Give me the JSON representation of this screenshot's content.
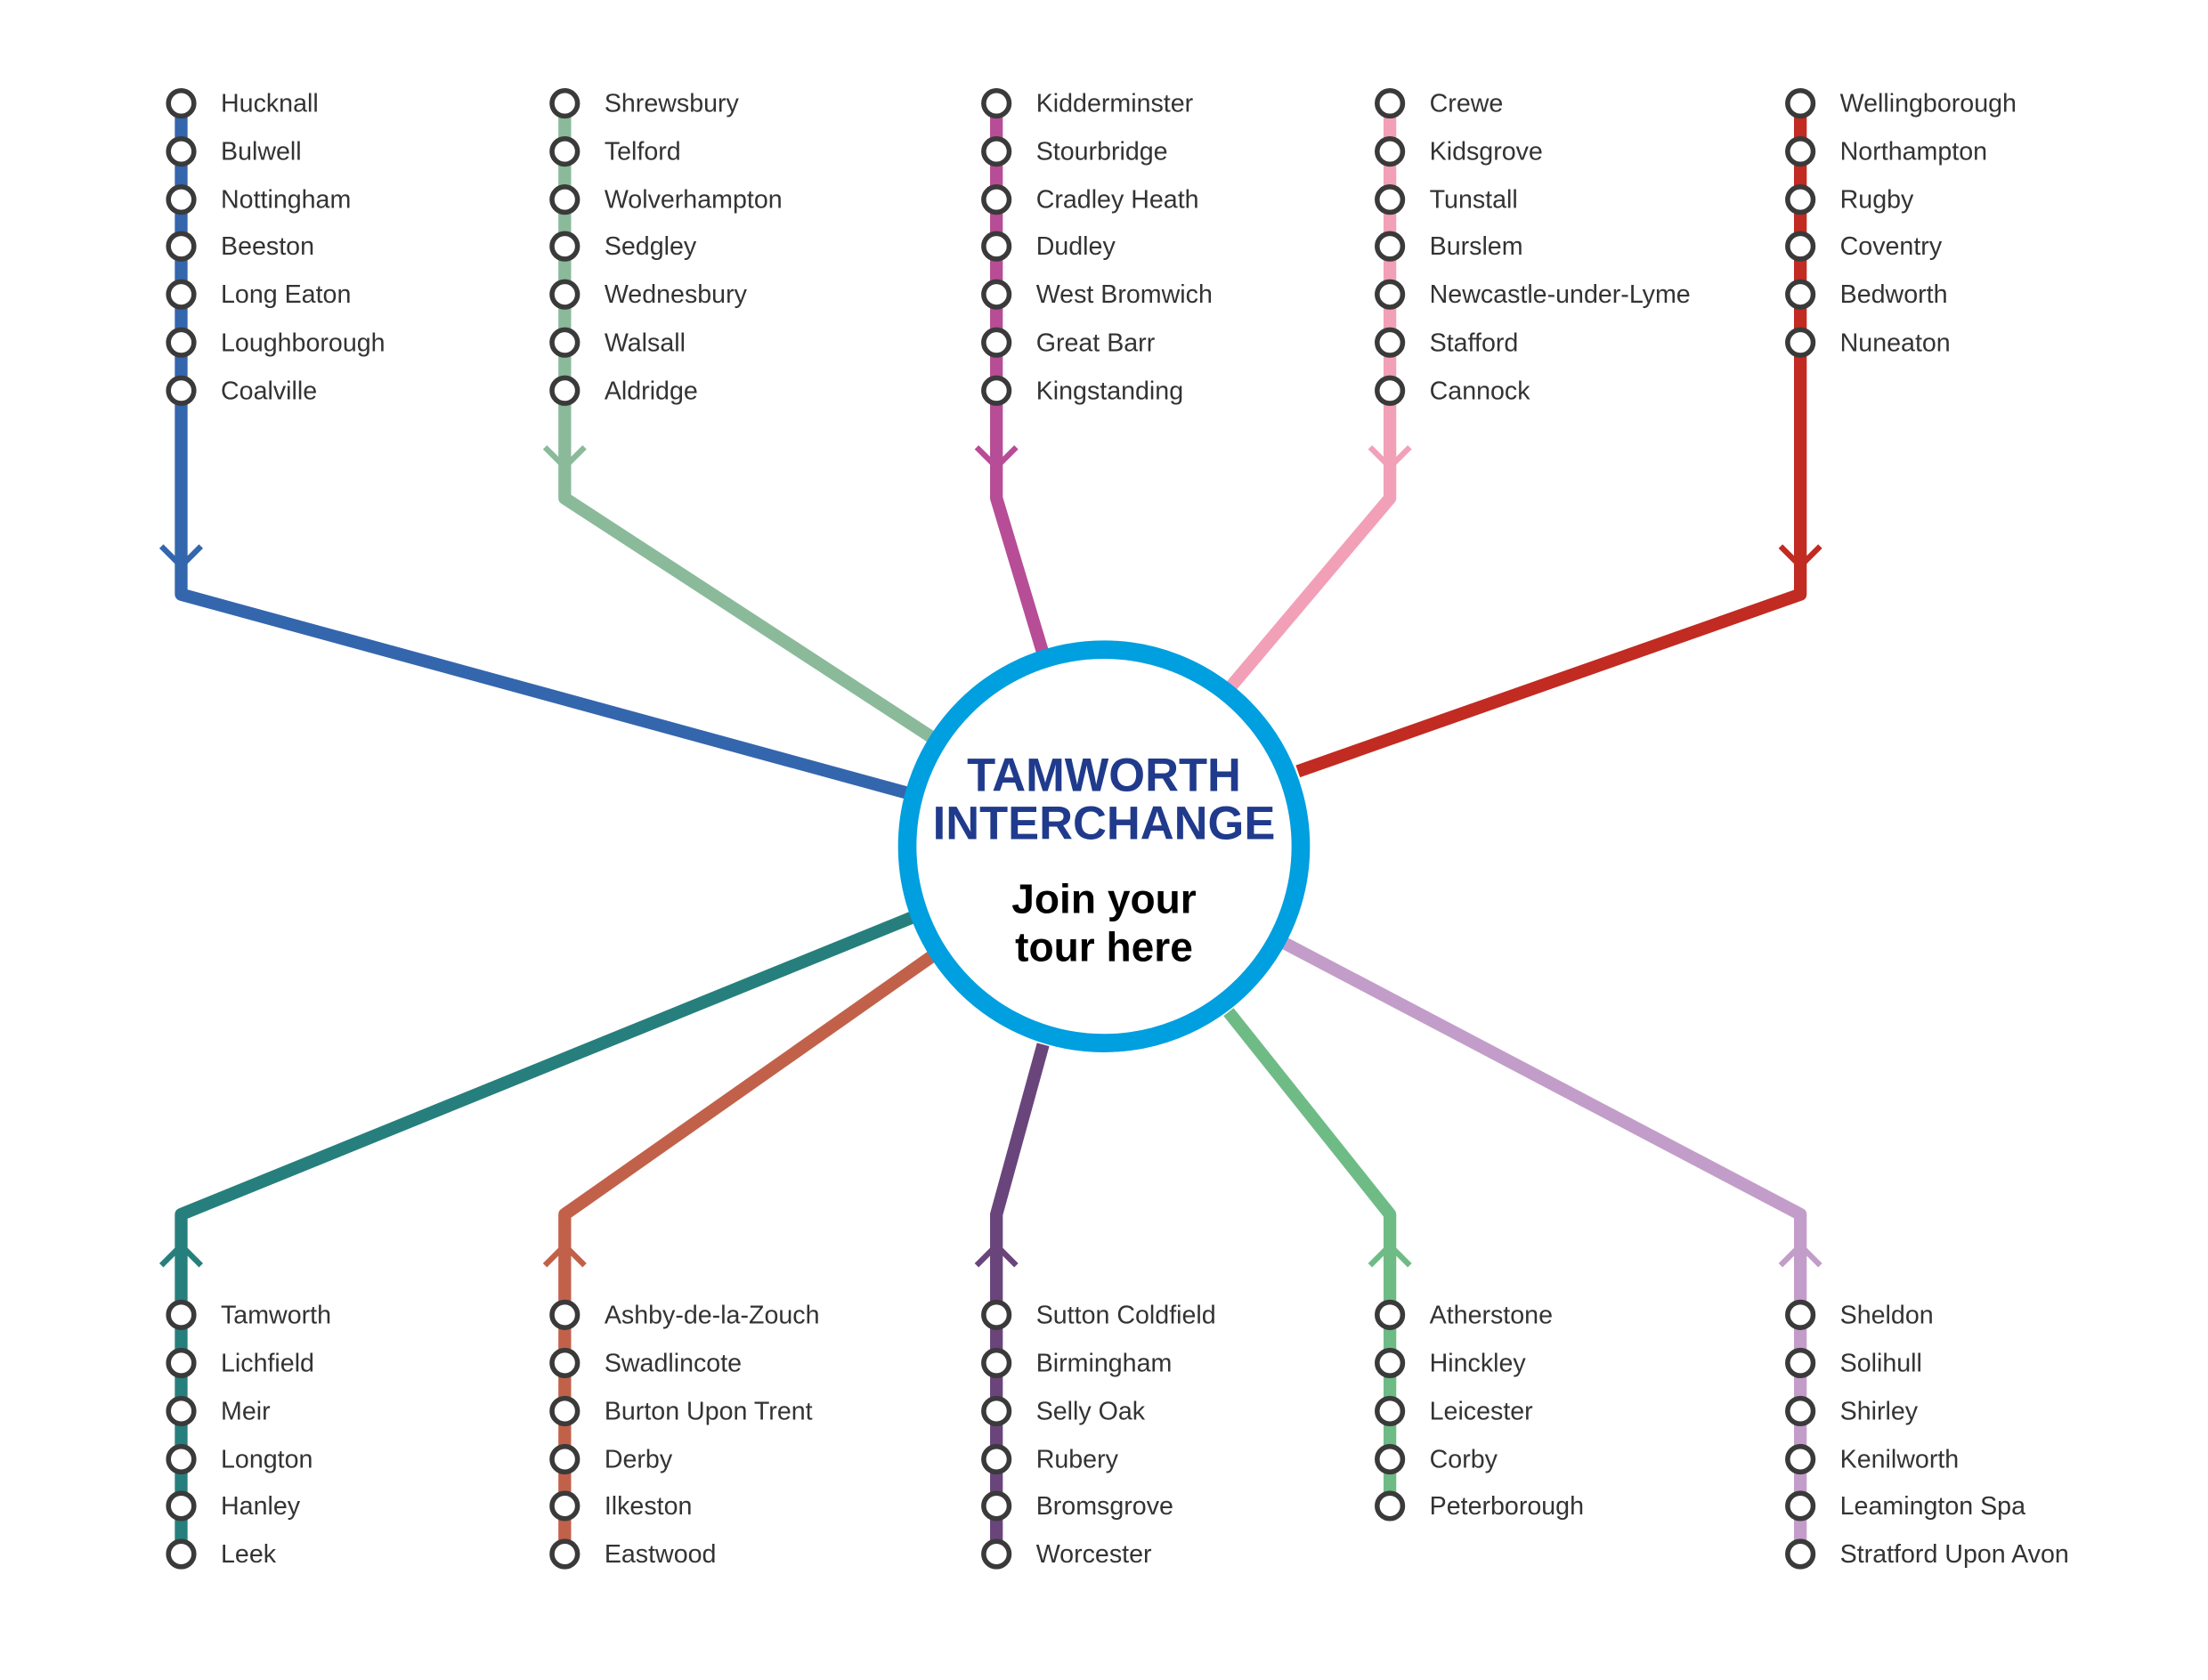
{
  "hub": {
    "title_line1": "TAMWORTH",
    "title_line2": "INTERCHANGE",
    "subtitle_line1": "Join your",
    "subtitle_line2": "tour here",
    "ring_color": "#009fe0",
    "title_color": "#203a8c"
  },
  "station_marker_color": "#3a3a3a",
  "routes": [
    {
      "id": "nottingham",
      "color": "#3466ae",
      "stations": [
        "Hucknall",
        "Bulwell",
        "Nottingham",
        "Beeston",
        "Long Eaton",
        "Loughborough",
        "Coalville"
      ]
    },
    {
      "id": "shrewsbury",
      "color": "#8aba9a",
      "stations": [
        "Shrewsbury",
        "Telford",
        "Wolverhampton",
        "Sedgley",
        "Wednesbury",
        "Walsall",
        "Aldridge"
      ]
    },
    {
      "id": "kidderminster",
      "color": "#b74d96",
      "stations": [
        "Kidderminster",
        "Stourbridge",
        "Cradley Heath",
        "Dudley",
        "West Bromwich",
        "Great Barr",
        "Kingstanding"
      ]
    },
    {
      "id": "crewe",
      "color": "#f2a0b8",
      "stations": [
        "Crewe",
        "Kidsgrove",
        "Tunstall",
        "Burslem",
        "Newcastle-under-Lyme",
        "Stafford",
        "Cannock"
      ]
    },
    {
      "id": "wellingborough",
      "color": "#c12b22",
      "stations": [
        "Wellingborough",
        "Northampton",
        "Rugby",
        "Coventry",
        "Bedworth",
        "Nuneaton"
      ]
    },
    {
      "id": "leek",
      "color": "#267f7d",
      "stations": [
        "Tamworth",
        "Lichfield",
        "Meir",
        "Longton",
        "Hanley",
        "Leek"
      ]
    },
    {
      "id": "ashby",
      "color": "#c2614a",
      "stations": [
        "Ashby-de-la-Zouch",
        "Swadlincote",
        "Burton Upon Trent",
        "Derby",
        "Ilkeston",
        "Eastwood"
      ]
    },
    {
      "id": "sutton",
      "color": "#6a457c",
      "stations": [
        "Sutton Coldfield",
        "Birmingham",
        "Selly Oak",
        "Rubery",
        "Bromsgrove",
        "Worcester"
      ]
    },
    {
      "id": "atherstone",
      "color": "#6fbb86",
      "stations": [
        "Atherstone",
        "Hinckley",
        "Leicester",
        "Corby",
        "Peterborough"
      ]
    },
    {
      "id": "sheldon",
      "color": "#c39dc9",
      "stations": [
        "Sheldon",
        "Solihull",
        "Shirley",
        "Kenilworth",
        "Leamington Spa",
        "Stratford Upon Avon"
      ]
    }
  ]
}
